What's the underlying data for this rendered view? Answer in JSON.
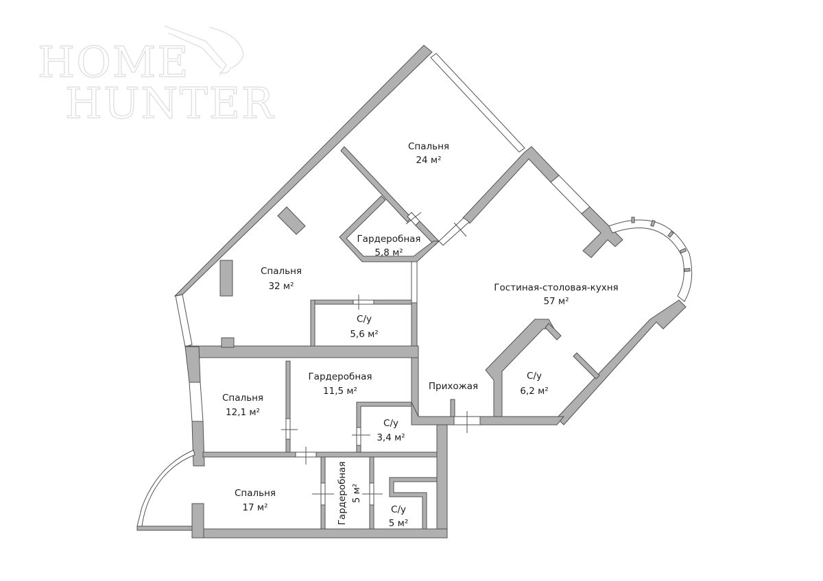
{
  "watermark": {
    "line1": "HOME",
    "line2": "HUNTER",
    "emblem": "eagle-icon"
  },
  "rooms": [
    {
      "name": "Спальня",
      "area": "24 м²"
    },
    {
      "name": "Гардеробная",
      "area": "5,8 м²"
    },
    {
      "name": "Спальня",
      "area": "32 м²"
    },
    {
      "name": "Гостиная-столовая-кухня",
      "area": "57 м²"
    },
    {
      "name": "С/у",
      "area": "5,6 м²"
    },
    {
      "name": "Спальня",
      "area": "12,1 м²"
    },
    {
      "name": "Гардеробная",
      "area": "11,5 м²"
    },
    {
      "name": "Прихожая",
      "area": ""
    },
    {
      "name": "С/у",
      "area": "6,2 м²"
    },
    {
      "name": "С/у",
      "area": "3,4 м²"
    },
    {
      "name": "Спальня",
      "area": "17 м²"
    },
    {
      "name": "Гардеробная",
      "area": "5 м²"
    },
    {
      "name": "С/у",
      "area": "5 м²"
    }
  ],
  "colors": {
    "wall_fill": "#b0b0b0",
    "wall_stroke": "#505050",
    "background": "#ffffff",
    "label": "#1a1a1a",
    "watermark": "#dcdcdc"
  }
}
